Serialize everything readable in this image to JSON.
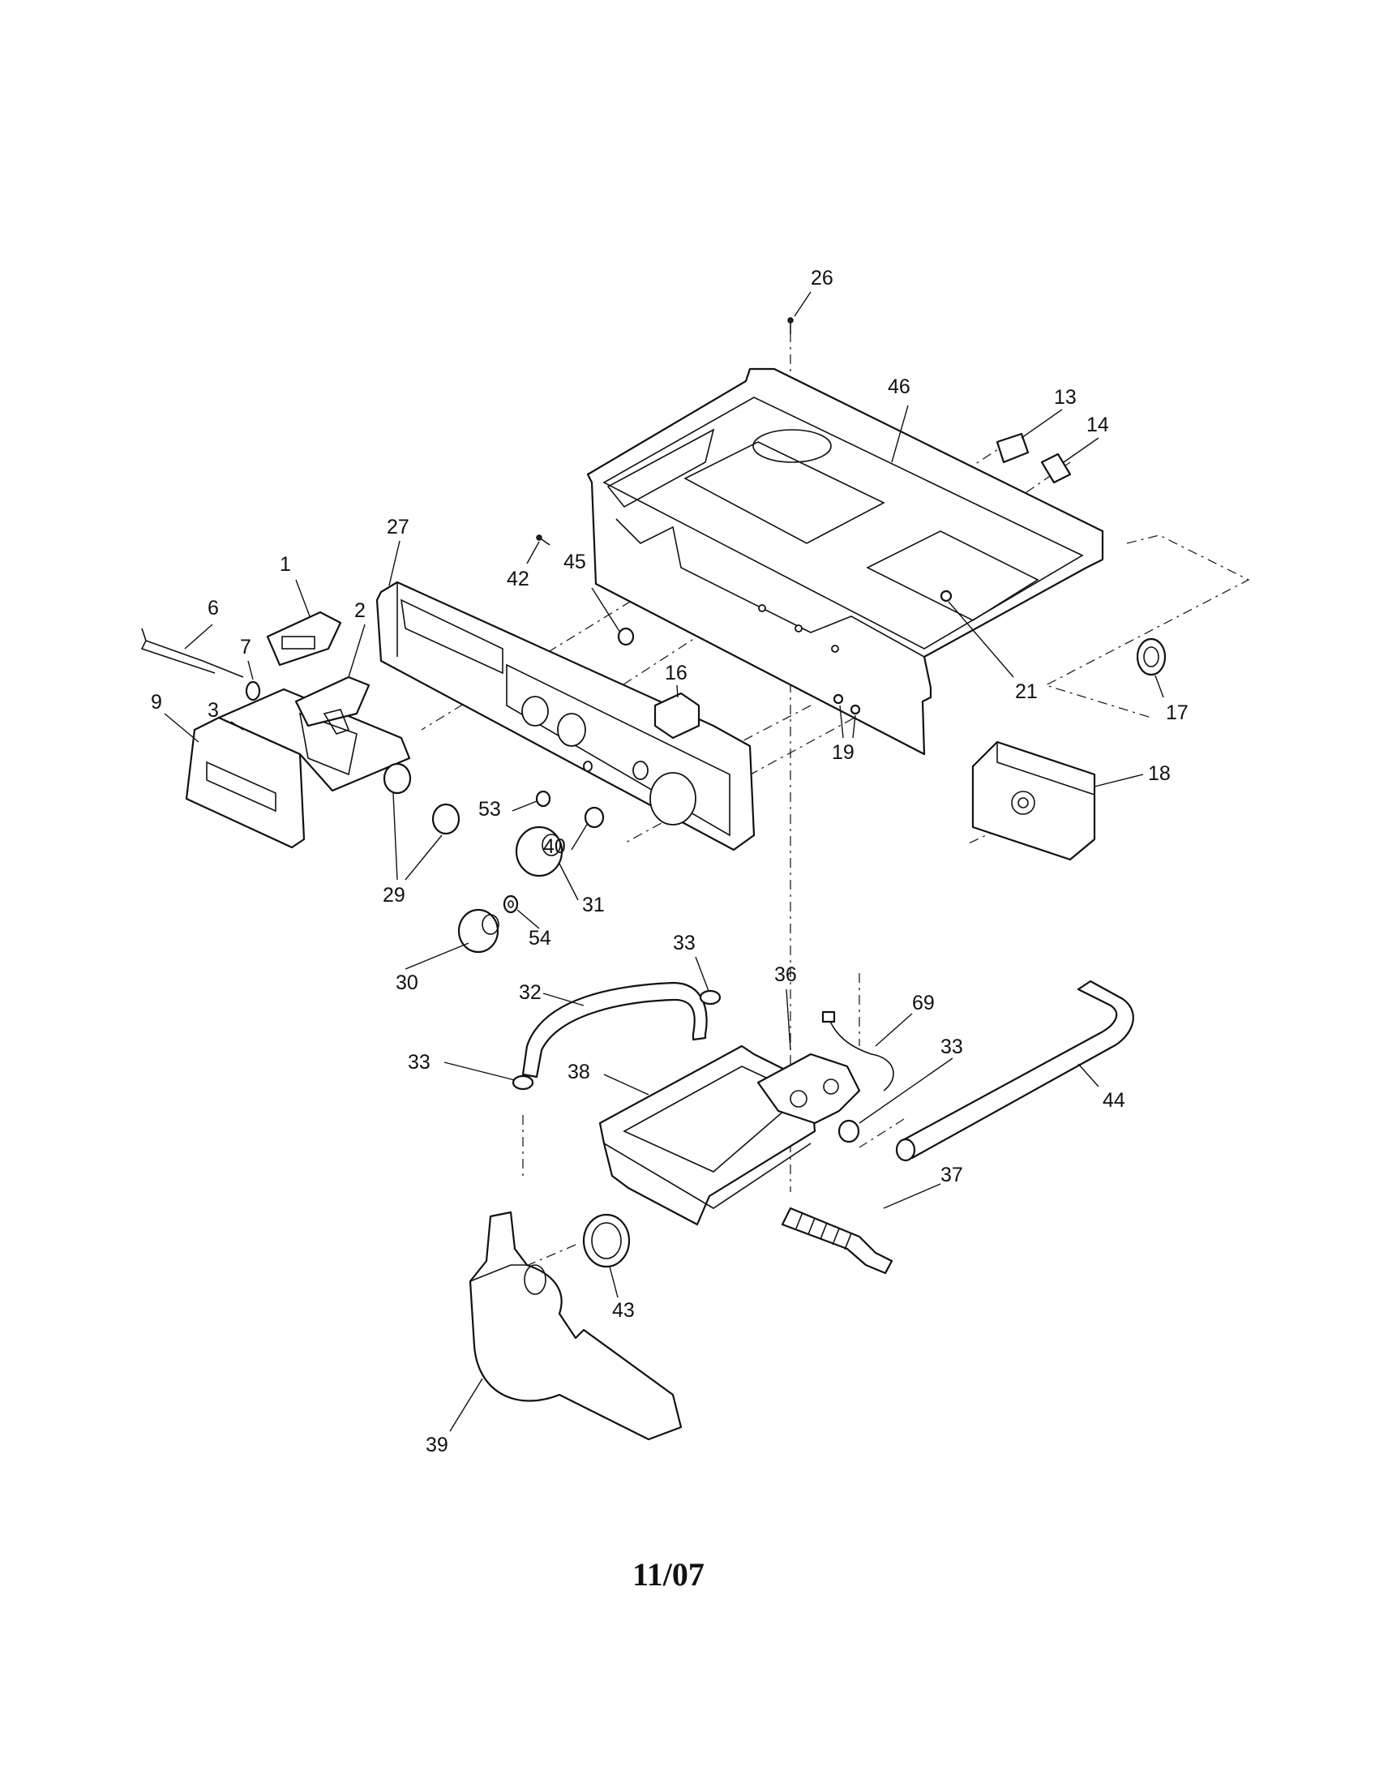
{
  "footer": {
    "date_code": "11/07"
  },
  "part_labels": {
    "p1": "1",
    "p2": "2",
    "p3": "3",
    "p6": "6",
    "p7": "7",
    "p9": "9",
    "p13": "13",
    "p14": "14",
    "p16": "16",
    "p17": "17",
    "p18": "18",
    "p19": "19",
    "p21": "21",
    "p26": "26",
    "p27": "27",
    "p29": "29",
    "p30": "30",
    "p31": "31",
    "p32": "32",
    "p33a": "33",
    "p33b": "33",
    "p33c": "33",
    "p36": "36",
    "p37": "37",
    "p38": "38",
    "p39": "39",
    "p40": "40",
    "p42": "42",
    "p43": "43",
    "p44": "44",
    "p45": "45",
    "p46": "46",
    "p53": "53",
    "p54": "54",
    "p69": "69"
  }
}
